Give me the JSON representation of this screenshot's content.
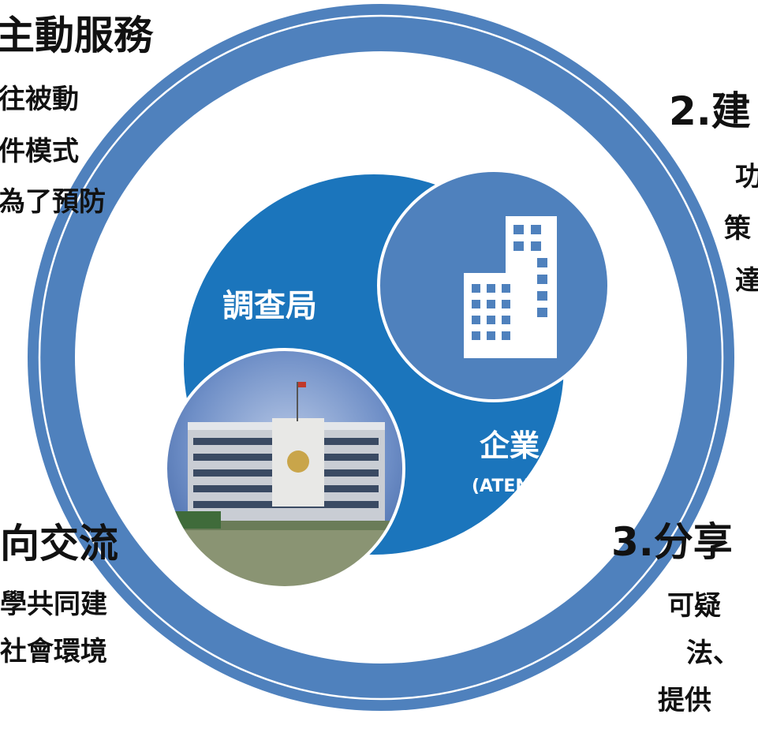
{
  "colors": {
    "ring": "#4f81bd",
    "ring_outline": "#ffffff",
    "venn_left": "#1b75bc",
    "venn_right": "#4f81bd",
    "venn_label": "#ffffff"
  },
  "sections": {
    "s1": {
      "heading": "主動服務",
      "lines": [
        "往被動",
        "件模式",
        "為了預防"
      ]
    },
    "s2": {
      "heading": "2.建",
      "lines": [
        "功",
        "策",
        "達"
      ]
    },
    "s3": {
      "heading": "3.分享",
      "lines": [
        "可疑",
        "法、",
        "提供"
      ]
    },
    "s4": {
      "heading": "向交流",
      "lines": [
        "學共同建",
        "社會環境"
      ]
    }
  },
  "venn": {
    "left_label": "調查局",
    "right_label": "企業",
    "right_sublabel": "(ATEN)",
    "building_photo": "government-building-photo",
    "office_icon": "office-building-icon"
  }
}
